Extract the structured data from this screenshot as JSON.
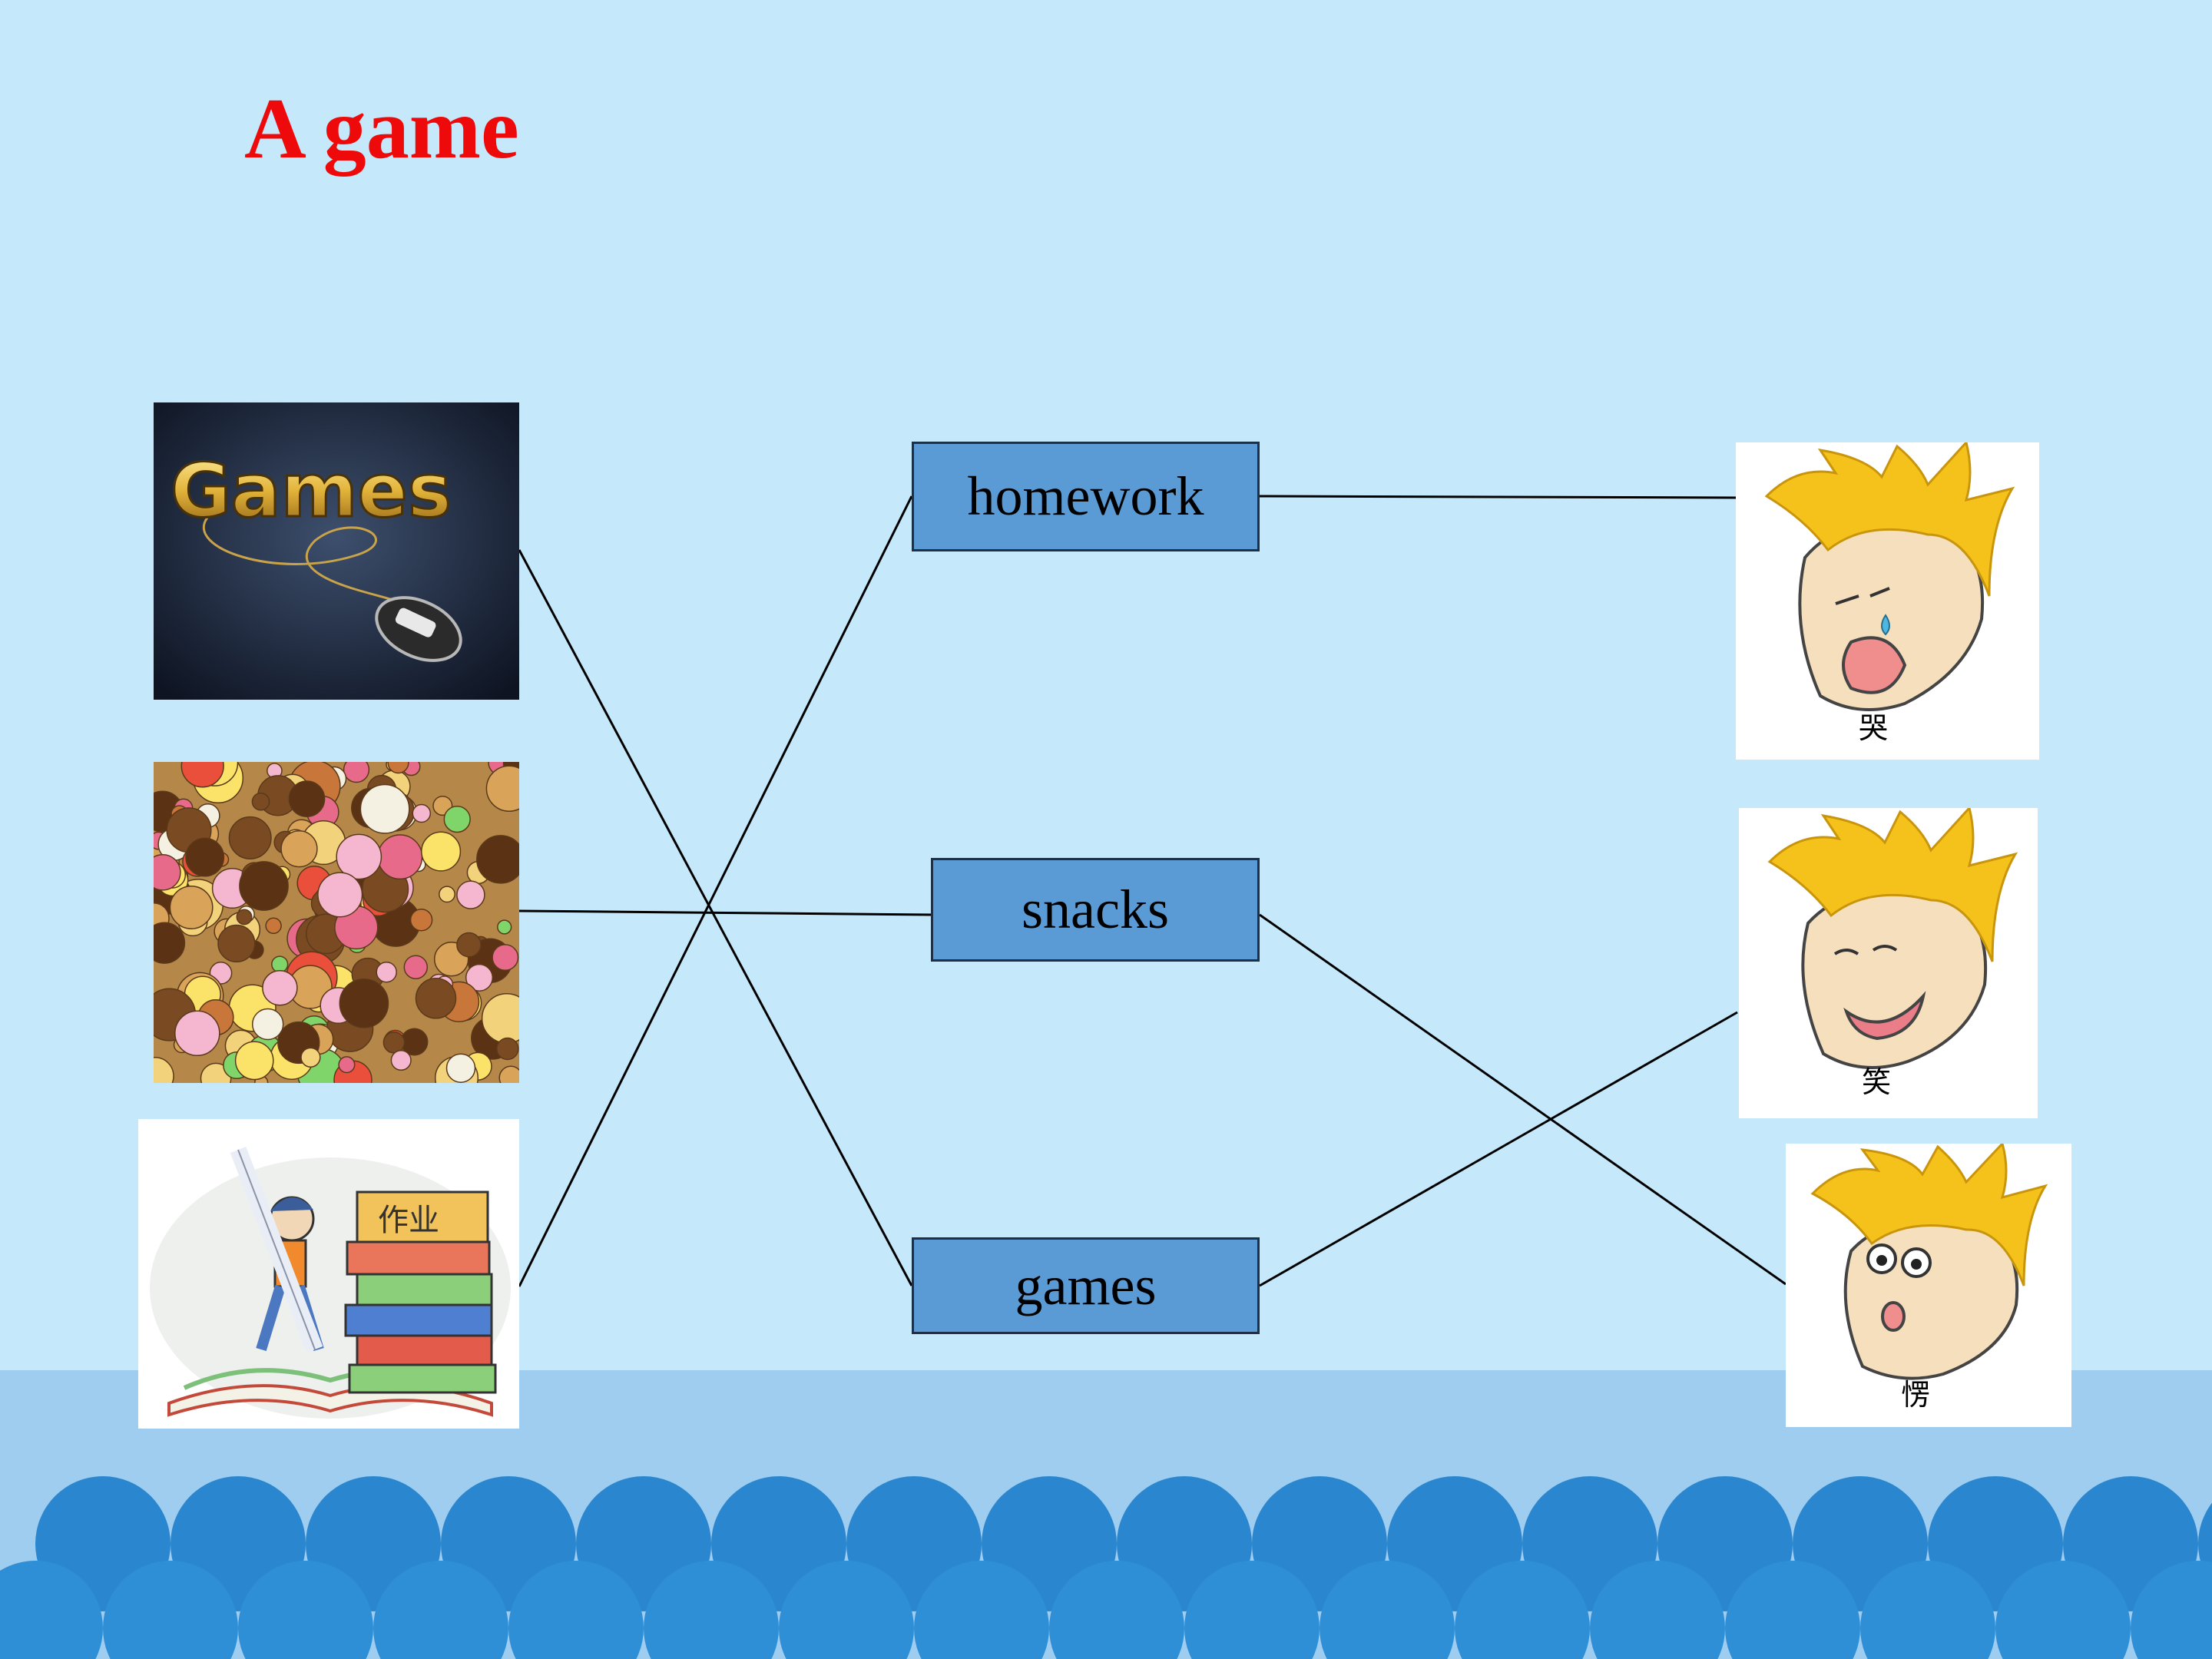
{
  "title": "A game",
  "words": [
    "homework",
    "snacks",
    "games"
  ],
  "pictures": {
    "games_logo_text": "Games",
    "homework_book_text": "作业"
  },
  "faces": [
    "哭",
    "笑",
    "愣"
  ],
  "colors": {
    "background": "#c5e8fa",
    "title": "#ee0a0a",
    "word_box": "#5b9bd5",
    "band": "#9fcdf0",
    "wave": "#2a87cf"
  }
}
